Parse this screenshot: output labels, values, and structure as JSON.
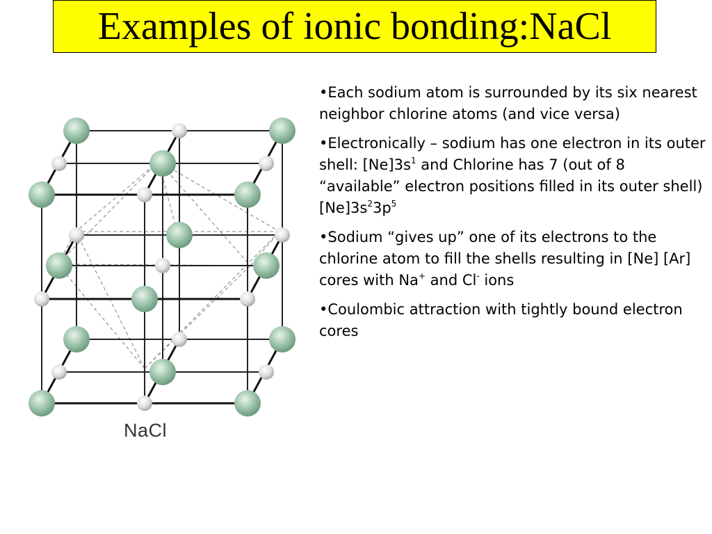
{
  "slide": {
    "title": "Examples of ionic bonding:NaCl",
    "figure_caption": "NaCl",
    "bullets": [
      {
        "parts": [
          "•Each sodium atom is surrounded by its six nearest neighbor chlorine atoms (and vice versa)"
        ]
      },
      {
        "parts": [
          "•Electronically – sodium has one electron in its outer shell:  [Ne]3s",
          "1",
          " and Chlorine has 7 (out of 8 “available” electron positions filled in its outer shell) [Ne]3s",
          "2",
          "3p",
          "5"
        ]
      },
      {
        "parts": [
          "•Sodium “gives up” one of its electrons to the chlorine atom to fill the shells resulting in [Ne] [Ar] cores with Na",
          "+",
          " and Cl",
          "-",
          " ions"
        ]
      },
      {
        "parts": [
          "•Coulombic attraction with tightly bound electron cores"
        ]
      }
    ]
  },
  "colors": {
    "title_background": "#ffff00",
    "chlorine_atom": "#9fc6ad",
    "sodium_atom": "#e6e6e6"
  }
}
